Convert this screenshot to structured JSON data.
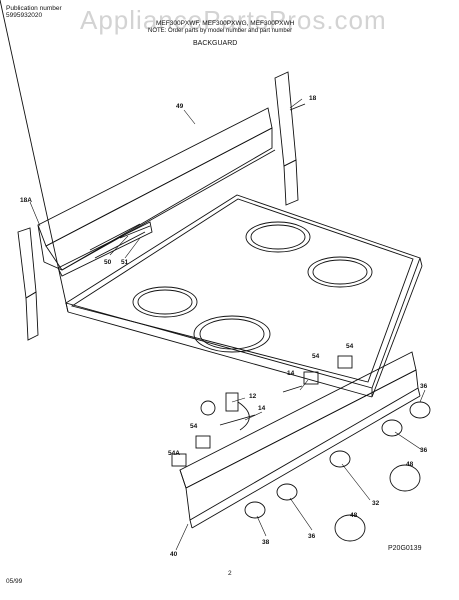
{
  "header": {
    "publication_label": "Publication number",
    "publication_number": "5995932020",
    "models": "MEF300PXWF, MEF300PXWG, MEF300PXWH",
    "note": "NOTE: Order parts by model number and part number",
    "section": "BACKGUARD"
  },
  "watermark": "AppliancePartsPros.com",
  "callouts": {
    "c18": "18",
    "c49": "49",
    "c18a": "18A",
    "c50": "50",
    "c51": "51",
    "c54a": "54",
    "c54b": "54",
    "c14a": "14",
    "c12": "12",
    "c14b": "14",
    "c54c": "54",
    "c54A": "54A",
    "c36a": "36",
    "c36b": "36",
    "c48a": "48",
    "c32": "32",
    "c48b": "48",
    "c36c": "36",
    "c38": "38",
    "c40": "40"
  },
  "footer": {
    "date": "05/99",
    "page": "2",
    "code": "P20G0139"
  }
}
